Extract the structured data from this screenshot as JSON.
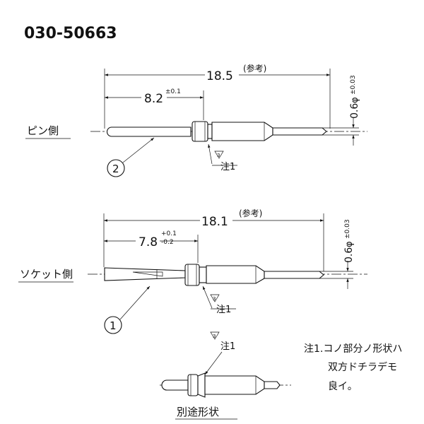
{
  "part_number": "030-50663",
  "pin_side": {
    "label": "ピン側",
    "overall_dimension": "18.5",
    "reference_note": "(参考)",
    "length_dimension": "8.2",
    "length_tolerance": "±0.1",
    "diameter_dimension": "0.6",
    "diameter_symbol": "φ",
    "diameter_tolerance": "±0.03",
    "balloon_number": "2",
    "note_callout": "注1",
    "revision_mark": "3"
  },
  "socket_side": {
    "label": "ソケット側",
    "overall_dimension": "18.1",
    "reference_note": "(参考)",
    "length_dimension": "7.8",
    "length_tolerance_upper": "+0.1",
    "length_tolerance_lower": "-0.2",
    "diameter_dimension": "0.6",
    "diameter_symbol": "φ",
    "diameter_tolerance": "±0.03",
    "balloon_number": "1",
    "note_callout": "注1",
    "revision_mark": "3"
  },
  "alternate_shape": {
    "label": "別途形状",
    "note_callout": "注1",
    "revision_mark": "3"
  },
  "notes": {
    "line1": "注1.コノ部分ノ形状ハ",
    "line2": "双方ドチラデモ",
    "line3": "良イ。"
  },
  "colors": {
    "ink": "#111111",
    "paper": "#ffffff"
  }
}
